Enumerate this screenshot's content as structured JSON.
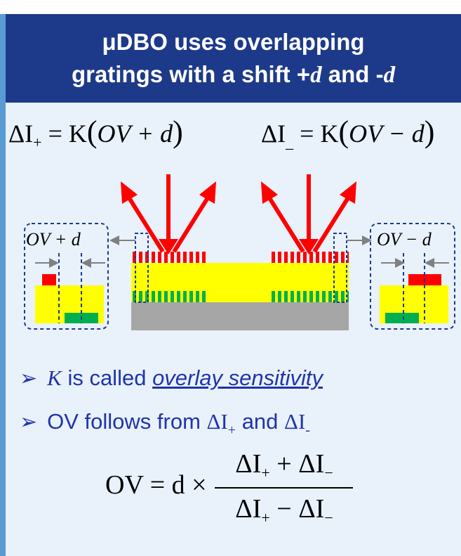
{
  "header": {
    "line1": "μDBO uses  overlapping",
    "line2_prefix": "gratings with a shift +",
    "line2_var1": "d",
    "line2_mid": " and -",
    "line2_var2": "d"
  },
  "equations": {
    "plus": {
      "lhs": "ΔI",
      "sub": "+",
      "eq": " = K",
      "inner": "OV + d"
    },
    "minus": {
      "lhs": "ΔI",
      "sub": "_",
      "eq": " = K",
      "inner": "OV − d"
    }
  },
  "diagram": {
    "left_label": "OV + d",
    "right_label": "OV − d",
    "colors": {
      "arrow": "#ff0000",
      "layer": "#ffff00",
      "substrate": "#a6a6a6",
      "top_grating": "#ff0000",
      "bottom_grating": "#00b050",
      "box_border": "#1d3a8a",
      "shift_arrow": "#808080"
    }
  },
  "bullets": {
    "b1_var": "K",
    "b1_text": " is called ",
    "b1_link": "overlay sensitivity",
    "b2_text": "OV follows  from ",
    "b2_var1": "ΔI",
    "b2_sub1": "+",
    "b2_and": "  and ",
    "b2_var2": "ΔI",
    "b2_sub2": "-"
  },
  "ov_formula": {
    "lhs": "OV = d ×",
    "num_a": "ΔI",
    "num_sub_a": "+",
    "num_op": " + ΔI",
    "num_sub_b": "−",
    "den_a": "ΔI",
    "den_sub_a": "+",
    "den_op": " − ΔI",
    "den_sub_b": "−"
  }
}
